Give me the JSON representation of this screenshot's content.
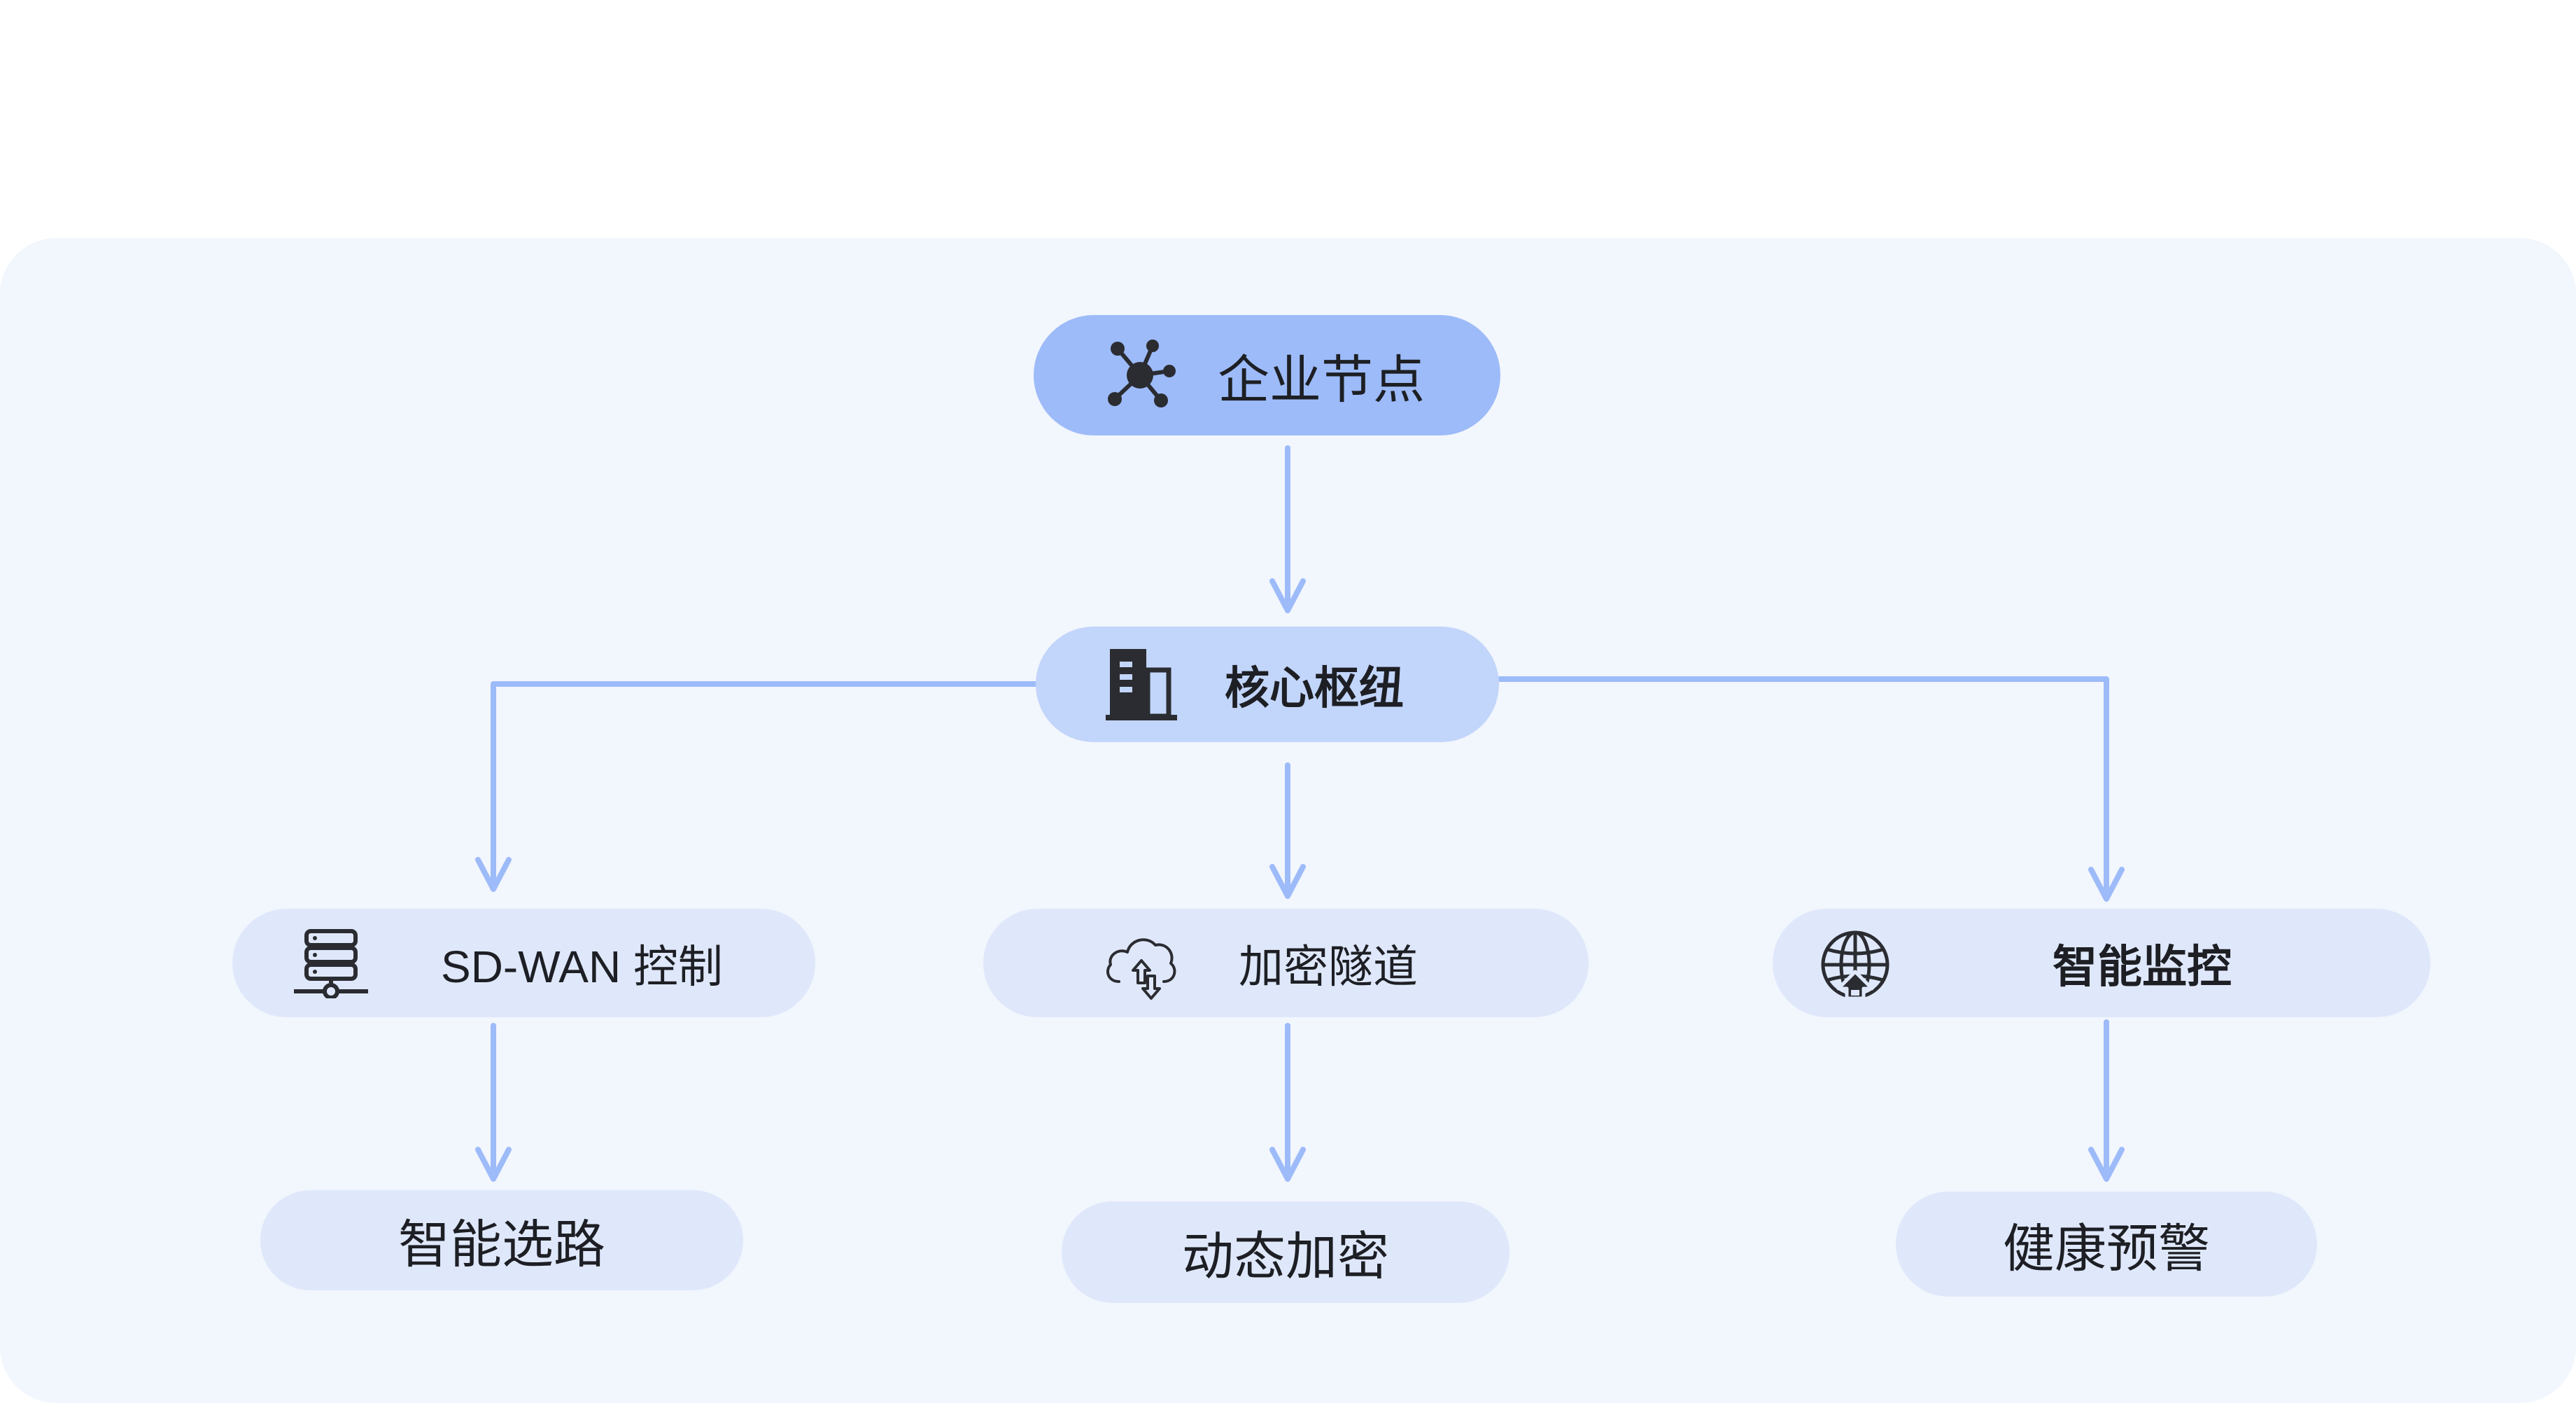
{
  "colors": {
    "background": "#ffffff",
    "panel": "#f2f6fd",
    "top_node": "#9dbbf9",
    "core_node": "#c2d5fa",
    "child_node": "#dfe8fb",
    "connector": "#9dbbf9",
    "text": "#1d1f24",
    "icon": "#2a2c31"
  },
  "nodes": {
    "enterprise": {
      "label": "企业节点",
      "icon": "hub-network-icon"
    },
    "core": {
      "label": "核心枢纽",
      "icon": "building-icon"
    },
    "sdwan": {
      "label": "SD-WAN 控制",
      "icon": "server-network-icon"
    },
    "tunnel": {
      "label": "加密隧道",
      "icon": "cloud-sync-icon"
    },
    "monitor": {
      "label": "智能监控",
      "icon": "globe-upload-icon"
    },
    "routing": {
      "label": "智能选路"
    },
    "encrypt": {
      "label": "动态加密"
    },
    "alert": {
      "label": "健康预警"
    }
  }
}
